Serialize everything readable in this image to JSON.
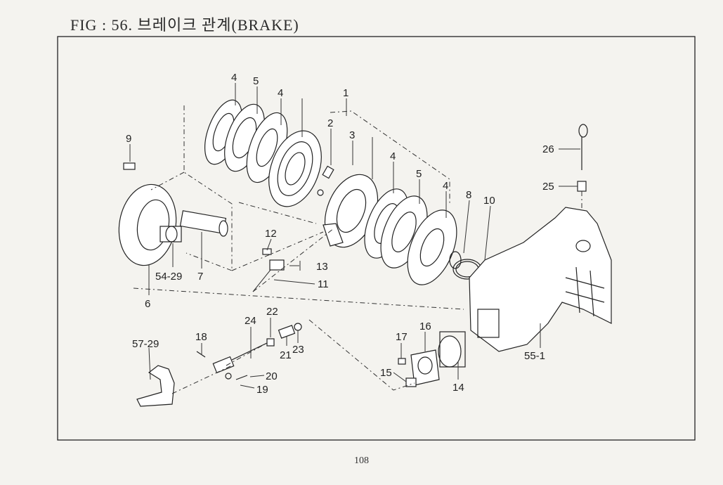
{
  "figure": {
    "title": "FIG : 56. 브레이크 관계(BRAKE)",
    "page_number": "108"
  },
  "part_labels": {
    "p1": "1",
    "p2": "2",
    "p3": "3",
    "p4a": "4",
    "p4b": "4",
    "p4c": "4",
    "p4d": "4",
    "p5a": "5",
    "p5b": "5",
    "p6": "6",
    "p7": "7",
    "p8": "8",
    "p9": "9",
    "p10": "10",
    "p11": "11",
    "p12": "12",
    "p13": "13",
    "p14": "14",
    "p15": "15",
    "p16": "16",
    "p17": "17",
    "p18": "18",
    "p19": "19",
    "p20": "20",
    "p21": "21",
    "p22": "22",
    "p23": "23",
    "p24": "24",
    "p25": "25",
    "p26": "26",
    "p54_29": "54-29",
    "p55_1": "55-1",
    "p57_29": "57-29"
  }
}
